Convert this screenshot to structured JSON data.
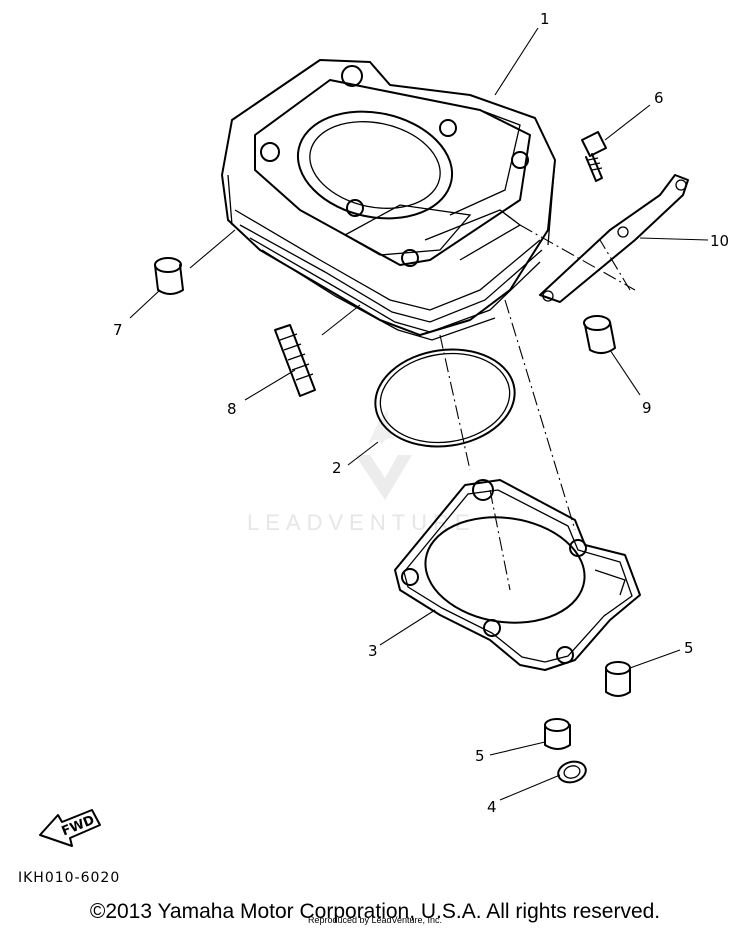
{
  "diagram": {
    "callouts": {
      "c1": "1",
      "c2": "2",
      "c3": "3",
      "c4": "4",
      "c5a": "5",
      "c5b": "5",
      "c6": "6",
      "c7": "7",
      "c8": "8",
      "c9": "9",
      "c10": "10"
    },
    "drawing_code": "IKH010-6020",
    "fwd_label": "FWD",
    "watermark": "LEADVENTURE"
  },
  "footer": {
    "copyright": "©2013 Yamaha Motor Corporation, U.S.A. All rights reserved.",
    "reproduced": "Reproduced by LeadVenture, Inc."
  }
}
